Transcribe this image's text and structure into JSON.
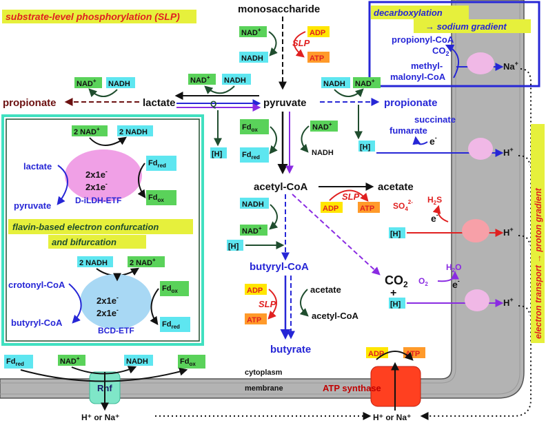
{
  "colors": {
    "nad_box": "#5ad25a",
    "nadh_box": "#5ee6f0",
    "adp_box": "#ffe600",
    "atp_box": "#ff9a2a",
    "highlight": "#e6f03c",
    "blue": "#2626d6",
    "purple": "#8a2be2",
    "red": "#e02020",
    "dark_green": "#1f4d2e",
    "brown": "#6b1010",
    "membrane": "#b3b3b3",
    "teal_panel": "#40e0c0"
  },
  "header": {
    "slp_title": "substrate-level phosphorylation (SLP)",
    "decarb_title": "decarboxylation",
    "sodium_gradient": "→ sodium gradient",
    "electron_transport": "electron transport → proton gradient"
  },
  "metabolites": {
    "monosaccharide": "monosaccharide",
    "pyruvate": "pyruvate",
    "lactate": "lactate",
    "propionate_left": "propionate",
    "propionate_right": "propionate",
    "acetyl_coa": "acetyl-CoA",
    "acetate": "acetate",
    "butyryl_coa": "butyryl-CoA",
    "butyrate": "butyrate",
    "acetate2": "acetate",
    "acetyl_coa2": "acetyl-CoA",
    "succinate": "succinate",
    "fumarate": "fumarate",
    "propionyl_coa": "propionyl-CoA",
    "methyl": "methyl-",
    "malonyl_coa": "malonyl-CoA",
    "q": "Q"
  },
  "cofactors": {
    "nad": "NAD",
    "nadh": "NADH",
    "two_nad": "2 NAD",
    "two_nadh": "2 NADH",
    "plus": "+",
    "adp": "ADP",
    "atp": "ATP",
    "slp": "SLP",
    "h": "[H]",
    "fd": "Fd",
    "ox": "ox",
    "red": "red"
  },
  "panel": {
    "lactate": "lactate",
    "pyruvate": "pyruvate",
    "electrons1": "2x1e",
    "electrons2": "2x1e",
    "ldh": "D-iLDH-ETF",
    "flavin1": "flavin-based electron confurcation",
    "flavin2": "and bifurcation",
    "crotonyl": "crotonyl-CoA",
    "butyryl": "butyryl-CoA",
    "bcd": "BCD-ETF"
  },
  "acceptors": {
    "e": "e",
    "minus": "-",
    "h_plus": "H",
    "na_plus": "Na",
    "so4": "SO",
    "so4_sub": "4",
    "so4_sup": "2-",
    "h2s": "H",
    "h2s_sub": "2",
    "h2s_s": "S",
    "o2": "O",
    "o2_sub": "2",
    "h2o": "H",
    "h2o_sub": "2",
    "h2o_o": "O",
    "co2": "CO",
    "co2_sub": "2",
    "co2_big": "CO",
    "co2_big_sub": "2",
    "plus": "+"
  },
  "membrane": {
    "cytoplasm": "cytoplasm",
    "membrane": "membrane",
    "rnf": "Rnf",
    "atp_synthase": "ATP synthase",
    "ion_left": "H⁺ or Na⁺",
    "ion_right": "H⁺ or Na⁺"
  }
}
